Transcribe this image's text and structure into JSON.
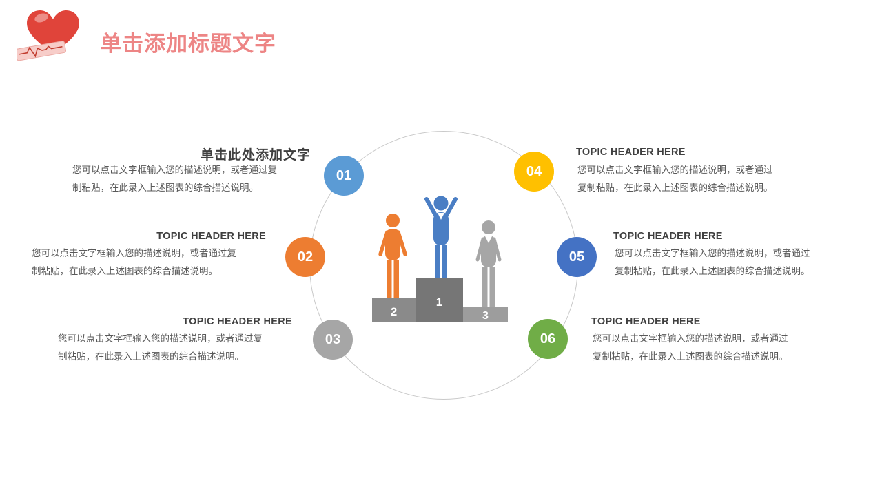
{
  "slide": {
    "title": "单击添加标题文字",
    "title_color": "#ED8585"
  },
  "items": [
    {
      "number": "01",
      "header": "单击此处添加文字",
      "body": "您可以点击文字框输入您的描述说明，或者通过复制粘贴，在此录入上述图表的综合描述说明。",
      "color": "#5B9BD5"
    },
    {
      "number": "02",
      "header": "TOPIC HEADER HERE",
      "body": "您可以点击文字框输入您的描述说明，或者通过复制粘贴，在此录入上述图表的综合描述说明。",
      "color": "#ED7D31"
    },
    {
      "number": "03",
      "header": "TOPIC HEADER HERE",
      "body": "您可以点击文字框输入您的描述说明，或者通过复制粘贴，在此录入上述图表的综合描述说明。",
      "color": "#A6A6A6"
    },
    {
      "number": "04",
      "header": "TOPIC HEADER HERE",
      "body": "您可以点击文字框输入您的描述说明，或者通过复制粘贴，在此录入上述图表的综合描述说明。",
      "color": "#FFC000"
    },
    {
      "number": "05",
      "header": "TOPIC HEADER HERE",
      "body": "您可以点击文字框输入您的描述说明，或者通过复制粘贴，在此录入上述图表的综合描述说明。",
      "color": "#4472C4"
    },
    {
      "number": "06",
      "header": "TOPIC HEADER HERE",
      "body": "您可以点击文字框输入您的描述说明，或者通过复制粘贴，在此录入上述图表的综合描述说明。",
      "color": "#70AD47"
    }
  ],
  "podium": {
    "ranks": [
      "2",
      "1",
      "3"
    ],
    "block_colors": [
      "#8A8A8A",
      "#767676",
      "#9D9D9D"
    ],
    "figure_colors": {
      "left": "#ED7D31",
      "center": "#4A7EC4",
      "right": "#A6A6A6"
    }
  }
}
